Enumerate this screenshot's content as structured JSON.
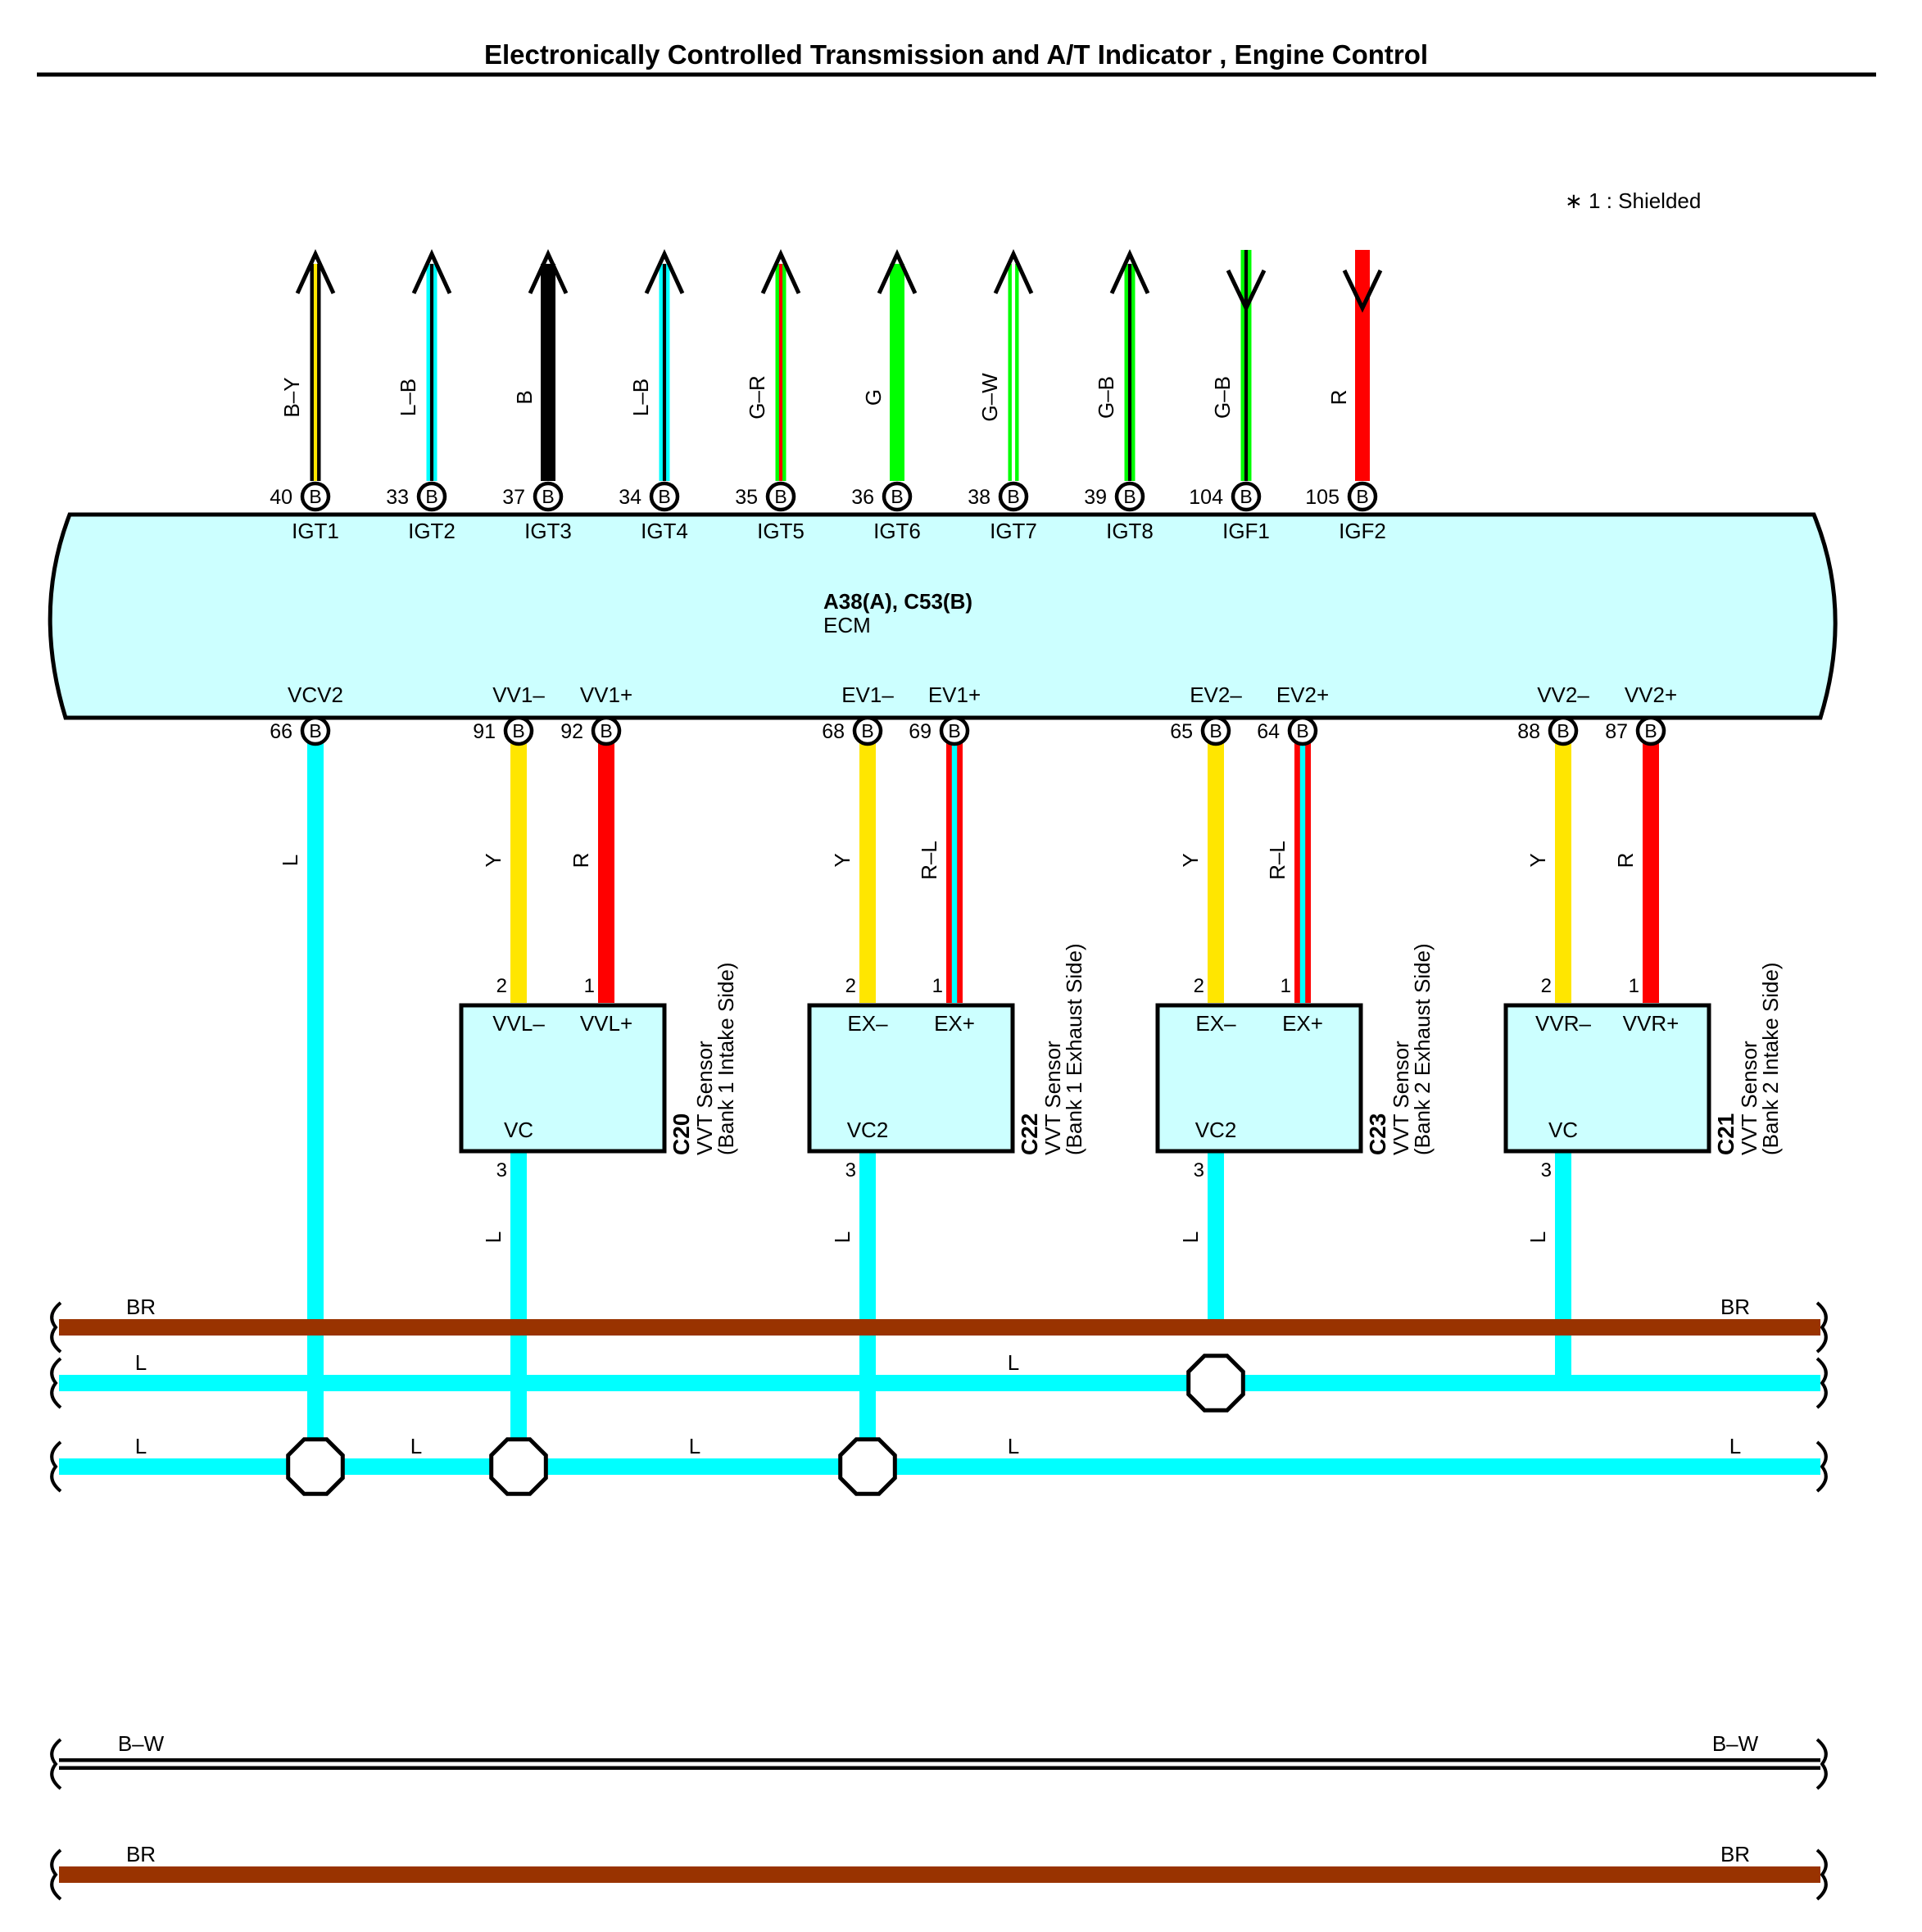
{
  "title": "Electronically Controlled Transmission and A/T Indicator , Engine Control",
  "note": "∗ 1 : Shielded",
  "ecm": {
    "code": "A38(A), C53(B)",
    "name": "ECM"
  },
  "colors": {
    "B": "#000000",
    "Y": "#ffe600",
    "L": "#00ffff",
    "G": "#00ff00",
    "R": "#ff0000",
    "W": "#ffffff",
    "BR": "#993300",
    "ecm_fill": "#ccffff"
  },
  "top_terminals": [
    {
      "num": "40",
      "conn": "B",
      "name": "IGT1",
      "wire": "B–Y",
      "direction": "out",
      "colors": [
        "#000000",
        "#ffe600"
      ]
    },
    {
      "num": "33",
      "conn": "B",
      "name": "IGT2",
      "wire": "L–B",
      "direction": "out",
      "colors": [
        "#00ffff",
        "#000000"
      ]
    },
    {
      "num": "37",
      "conn": "B",
      "name": "IGT3",
      "wire": "B",
      "direction": "out",
      "colors": [
        "#000000"
      ]
    },
    {
      "num": "34",
      "conn": "B",
      "name": "IGT4",
      "wire": "L–B",
      "direction": "out",
      "colors": [
        "#00ffff",
        "#000000"
      ]
    },
    {
      "num": "35",
      "conn": "B",
      "name": "IGT5",
      "wire": "G–R",
      "direction": "out",
      "colors": [
        "#00ff00",
        "#ff0000"
      ]
    },
    {
      "num": "36",
      "conn": "B",
      "name": "IGT6",
      "wire": "G",
      "direction": "out",
      "colors": [
        "#00ff00"
      ]
    },
    {
      "num": "38",
      "conn": "B",
      "name": "IGT7",
      "wire": "G–W",
      "direction": "out",
      "colors": [
        "#00ff00",
        "#ffffff"
      ]
    },
    {
      "num": "39",
      "conn": "B",
      "name": "IGT8",
      "wire": "G–B",
      "direction": "out",
      "colors": [
        "#00ff00",
        "#000000"
      ]
    },
    {
      "num": "104",
      "conn": "B",
      "name": "IGF1",
      "wire": "G–B",
      "direction": "in",
      "colors": [
        "#00ff00",
        "#000000"
      ]
    },
    {
      "num": "105",
      "conn": "B",
      "name": "IGF2",
      "wire": "R",
      "direction": "in",
      "colors": [
        "#ff0000"
      ]
    }
  ],
  "bottom_terminals": [
    {
      "num": "66",
      "conn": "B",
      "name": "VCV2",
      "wire": "L",
      "colors": [
        "#00ffff"
      ]
    },
    {
      "num": "91",
      "conn": "B",
      "name": "VV1–",
      "wire": "Y",
      "colors": [
        "#ffe600"
      ]
    },
    {
      "num": "92",
      "conn": "B",
      "name": "VV1+",
      "wire": "R",
      "colors": [
        "#ff0000"
      ]
    },
    {
      "num": "68",
      "conn": "B",
      "name": "EV1–",
      "wire": "Y",
      "colors": [
        "#ffe600"
      ]
    },
    {
      "num": "69",
      "conn": "B",
      "name": "EV1+",
      "wire": "R–L",
      "colors": [
        "#ff0000",
        "#00ffff"
      ]
    },
    {
      "num": "65",
      "conn": "B",
      "name": "EV2–",
      "wire": "Y",
      "colors": [
        "#ffe600"
      ]
    },
    {
      "num": "64",
      "conn": "B",
      "name": "EV2+",
      "wire": "R–L",
      "colors": [
        "#ff0000",
        "#00ffff"
      ]
    },
    {
      "num": "88",
      "conn": "B",
      "name": "VV2–",
      "wire": "Y",
      "colors": [
        "#ffe600"
      ]
    },
    {
      "num": "87",
      "conn": "B",
      "name": "VV2+",
      "wire": "R",
      "colors": [
        "#ff0000"
      ]
    }
  ],
  "sensors": [
    {
      "code": "C20",
      "name": "VVT Sensor",
      "side": "(Bank 1 Intake Side)",
      "pin2": "VVL–",
      "pin1": "VVL+",
      "pin3": "VC",
      "n2": "2",
      "n1": "1",
      "n3": "3",
      "out_wire": "L"
    },
    {
      "code": "C22",
      "name": "VVT Sensor",
      "side": "(Bank 1 Exhaust Side)",
      "pin2": "EX–",
      "pin1": "EX+",
      "pin3": "VC2",
      "n2": "2",
      "n1": "1",
      "n3": "3",
      "out_wire": "L"
    },
    {
      "code": "C23",
      "name": "VVT Sensor",
      "side": "(Bank 2 Exhaust Side)",
      "pin2": "EX–",
      "pin1": "EX+",
      "pin3": "VC2",
      "n2": "2",
      "n1": "1",
      "n3": "3",
      "out_wire": "L"
    },
    {
      "code": "C21",
      "name": "VVT Sensor",
      "side": "(Bank 2 Intake Side)",
      "pin2": "VVR–",
      "pin1": "VVR+",
      "pin3": "VC",
      "n2": "2",
      "n1": "1",
      "n3": "3",
      "out_wire": "L"
    }
  ],
  "buses": [
    {
      "id": "br-top",
      "colors": [
        "#993300"
      ],
      "labels": [
        "BR",
        "BR"
      ]
    },
    {
      "id": "l-mid",
      "colors": [
        "#00ffff"
      ],
      "labels": [
        "L",
        "L"
      ]
    },
    {
      "id": "l-low",
      "colors": [
        "#00ffff"
      ],
      "labels": [
        "L",
        "L",
        "L",
        "L",
        "L"
      ]
    },
    {
      "id": "bw",
      "colors": [
        "#000000",
        "#ffffff"
      ],
      "labels": [
        "B–W",
        "B–W"
      ]
    },
    {
      "id": "br-bottom",
      "colors": [
        "#993300"
      ],
      "labels": [
        "BR",
        "BR"
      ]
    }
  ]
}
